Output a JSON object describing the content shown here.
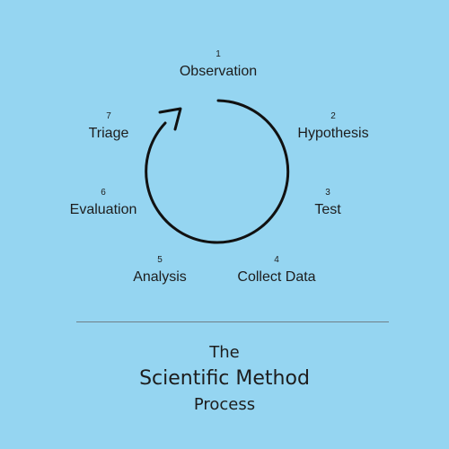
{
  "steps": [
    {
      "number": "1",
      "label": "Observation"
    },
    {
      "number": "2",
      "label": "Hypothesis"
    },
    {
      "number": "3",
      "label": "Test"
    },
    {
      "number": "4",
      "label": "Collect Data"
    },
    {
      "number": "5",
      "label": "Analysis"
    },
    {
      "number": "6",
      "label": "Evaluation"
    },
    {
      "number": "7",
      "label": "Triage"
    }
  ],
  "title": {
    "line1": "The",
    "line2": "Scientific Method",
    "line3": "Process"
  },
  "colors": {
    "background": "#95d5f1",
    "stroke": "#111111",
    "text": "#1d1d1d"
  },
  "icons": {
    "cycle": "circular-arrow-icon"
  }
}
